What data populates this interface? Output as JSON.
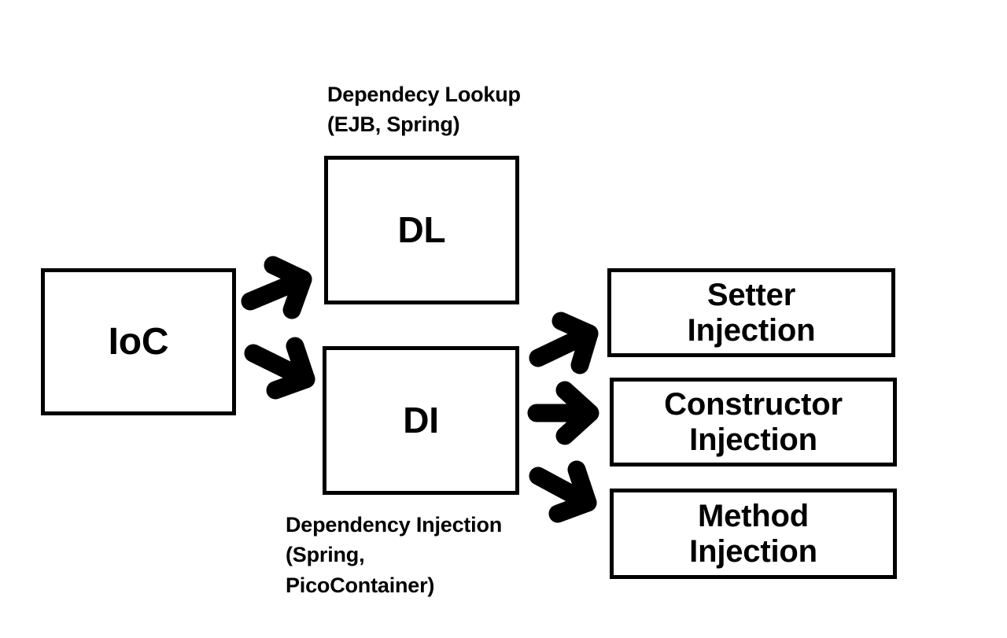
{
  "diagram": {
    "title_visible": false,
    "background_color": "#ffffff",
    "stroke_color": "#000000",
    "nodes": {
      "ioc": {
        "label": "IoC"
      },
      "dl": {
        "label": "DL"
      },
      "di": {
        "label": "DI"
      },
      "setter": {
        "label": "Setter\nInjection"
      },
      "constructor": {
        "label": "Constructor\nInjection"
      },
      "method": {
        "label": "Method\nInjection"
      }
    },
    "captions": {
      "dl": "Dependecy Lookup\n(EJB, Spring)",
      "di": "Dependency Injection\n(Spring,\nPicoContainer)"
    },
    "arrows": [
      {
        "name": "ioc-to-dl",
        "from": "ioc",
        "to": "dl",
        "direction": "up-right"
      },
      {
        "name": "ioc-to-di",
        "from": "ioc",
        "to": "di",
        "direction": "down-right"
      },
      {
        "name": "di-to-setter",
        "from": "di",
        "to": "setter",
        "direction": "up-right"
      },
      {
        "name": "di-to-constructor",
        "from": "di",
        "to": "constructor",
        "direction": "right"
      },
      {
        "name": "di-to-method",
        "from": "di",
        "to": "method",
        "direction": "down-right"
      }
    ]
  }
}
